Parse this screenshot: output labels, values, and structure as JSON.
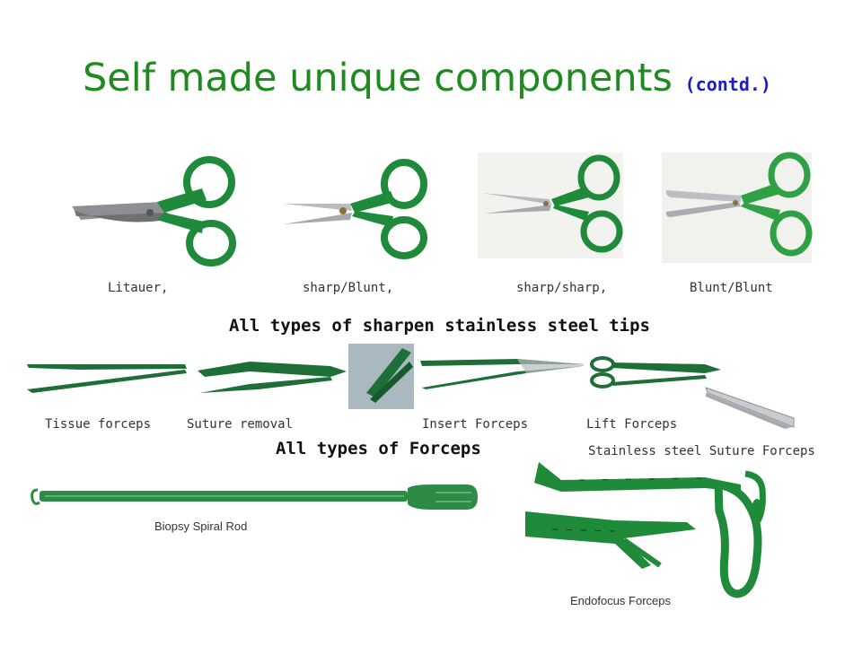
{
  "title": {
    "main": "Self made unique components",
    "sub": "(contd.)"
  },
  "scissors": {
    "captions": [
      "Litauer,",
      "sharp/Blunt,",
      "sharp/sharp,",
      "Blunt/Blunt"
    ],
    "heading": "All types of sharpen stainless steel tips"
  },
  "forceps": {
    "captions": [
      "Tissue forceps",
      "Suture removal",
      "Insert Forceps",
      "Lift Forceps"
    ],
    "stainless_caption": "Stainless steel Suture Forceps",
    "heading": "All types of Forceps"
  },
  "biopsy_caption": "Biopsy Spiral Rod",
  "endofocus_caption": "Endofocus Forceps",
  "colors": {
    "title": "#1f8a1f",
    "sub": "#1b1bc8",
    "instrument_green": "#1e8a3a",
    "steel": "#b8bcc0"
  }
}
